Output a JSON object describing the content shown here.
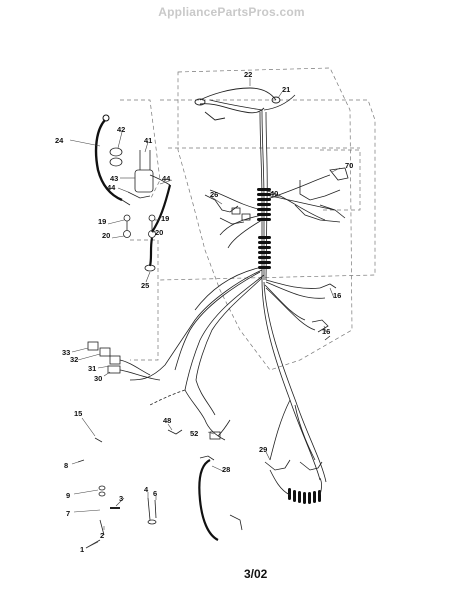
{
  "watermark": "AppliancePartsPros.com",
  "page_label": "3/02",
  "callouts": {
    "c22": "22",
    "c21": "21",
    "c24": "24",
    "c42": "42",
    "c41": "41",
    "c43": "43",
    "c44a": "44",
    "c44b": "44",
    "c26": "26",
    "c40": "40",
    "c70": "70",
    "c19a": "19",
    "c19b": "19",
    "c20a": "20",
    "c20b": "20",
    "c25": "25",
    "c16a": "16",
    "c16b": "16",
    "c33": "33",
    "c32": "32",
    "c31": "31",
    "c30": "30",
    "c15": "15",
    "c48": "48",
    "c52": "52",
    "c29": "29",
    "c28": "28",
    "c8": "8",
    "c9": "9",
    "c3": "3",
    "c4": "4",
    "c6": "6",
    "c7": "7",
    "c2": "2",
    "c1": "1"
  }
}
